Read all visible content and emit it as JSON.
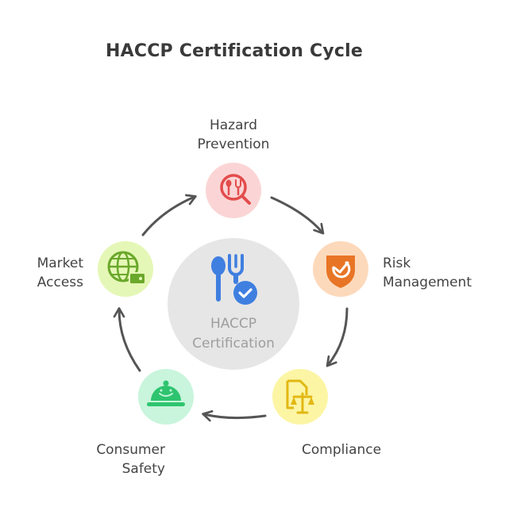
{
  "title": "HACCP Certification Cycle",
  "hub": {
    "label": "HACCP\nCertification",
    "icon": "utensils-check-icon",
    "color": "#e6e6e6",
    "icon_color": "#3f7fe0"
  },
  "steps": [
    {
      "label": "Hazard\nPrevention",
      "icon": "utensils-search-icon",
      "bg": "#fbd5d5",
      "fg": "#e34c4c"
    },
    {
      "label": "Risk\nManagement",
      "icon": "shield-check-icon",
      "bg": "#fdd9bb",
      "fg": "#e87526"
    },
    {
      "label": "Compliance",
      "icon": "document-scales-icon",
      "bg": "#fcf5a4",
      "fg": "#e2b812"
    },
    {
      "label": "Consumer\nSafety",
      "icon": "serving-cloche-icon",
      "bg": "#c8f5dc",
      "fg": "#2ec46f"
    },
    {
      "label": "Market\nAccess",
      "icon": "globe-wallet-icon",
      "bg": "#e5f7b6",
      "fg": "#6aa82b"
    }
  ],
  "arrow_color": "#555555"
}
